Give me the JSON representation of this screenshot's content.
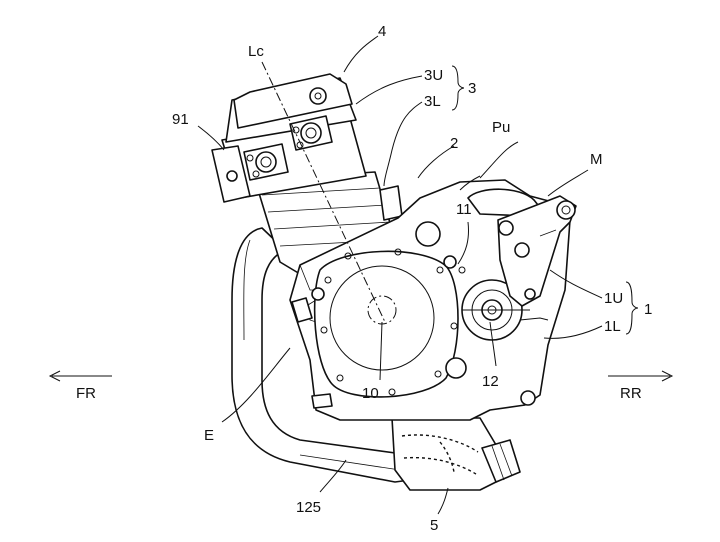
{
  "labels": {
    "l4": "4",
    "lc": "Lc",
    "l3u": "3U",
    "l3": "3",
    "l3l": "3L",
    "l91": "91",
    "pu": "Pu",
    "l2": "2",
    "m": "M",
    "l11": "11",
    "l1u": "1U",
    "l1": "1",
    "l1l": "1L",
    "fr": "FR",
    "rr": "RR",
    "l10": "10",
    "l12": "12",
    "e": "E",
    "l125": "125",
    "l5": "5"
  }
}
